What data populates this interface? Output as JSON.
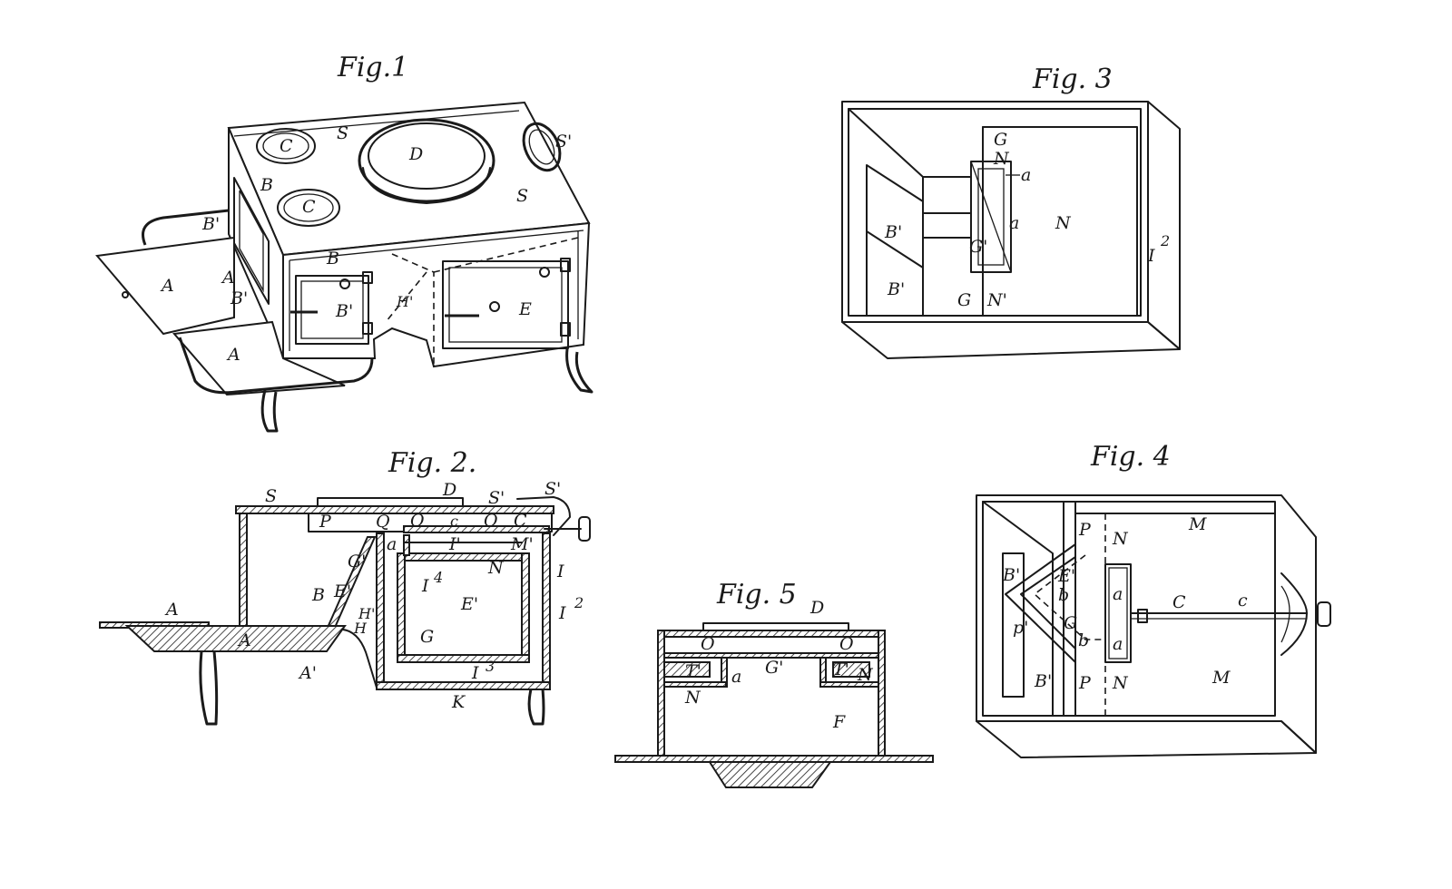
{
  "figures": {
    "fig1": {
      "title": "Fig.1",
      "labels": {
        "S_left": "S",
        "S_right": "S",
        "S_prime": "S'",
        "C_top": "C",
        "C_bottom": "C",
        "D": "D",
        "B_side": "B",
        "B_prime_side": "B'",
        "B_front": "B",
        "B_prime_front": "B'",
        "B_prime_low": "B'",
        "A_shelf": "A",
        "A_inner": "A",
        "A_lower": "A",
        "H_prime": "H'",
        "E": "E"
      }
    },
    "fig2": {
      "title": "Fig. 2.",
      "labels": {
        "S": "S",
        "D": "D",
        "S_prime1": "S'",
        "S_prime2": "S'",
        "P": "P",
        "Q": "Q",
        "O1": "O",
        "c": "c",
        "O2": "O",
        "C": "C",
        "G_prime": "G'",
        "a": "a",
        "I_prime": "I'",
        "M_prime": "M'",
        "I": "I",
        "N": "N",
        "I4": "I",
        "I4_sup": "4",
        "B": "B",
        "E_prime": "E'",
        "E": "E'",
        "H_prime": "H'",
        "I2": "I",
        "I2_sup": "2",
        "H": "H",
        "G": "G",
        "A_top": "A",
        "A_shelf": "A",
        "A_prime": "A'",
        "I3": "I",
        "I3_sup": "3",
        "K": "K"
      }
    },
    "fig3": {
      "title": "Fig. 3",
      "labels": {
        "G_top": "G",
        "N_top": "N",
        "a1": "a",
        "a2": "a",
        "N_mid": "N",
        "B_prime1": "B'",
        "G_prime": "G'",
        "I2": "I",
        "I2_sup": "2",
        "B_prime2": "B'",
        "G_bottom": "G",
        "N_prime": "N'"
      }
    },
    "fig4": {
      "title": "Fig. 4",
      "labels": {
        "P_top": "P",
        "N_top": "N",
        "M_top": "M",
        "B_prime_top": "B'",
        "E_prime": "E'",
        "b1": "b",
        "a1": "a",
        "C": "C",
        "c": "c",
        "p_prime": "p'",
        "G": "G",
        "b2": "b",
        "a2": "a",
        "B_prime_bottom": "B'",
        "P_bottom": "P",
        "N_bottom": "N",
        "M_bottom": "M"
      }
    },
    "fig5": {
      "title": "Fig. 5",
      "labels": {
        "D": "D",
        "O1": "O",
        "O2": "O",
        "T_prime_left": "T'",
        "a": "a",
        "G_prime": "G'",
        "T_prime_right": "T'",
        "N_right": "N",
        "N_left": "N",
        "F": "F"
      }
    }
  }
}
